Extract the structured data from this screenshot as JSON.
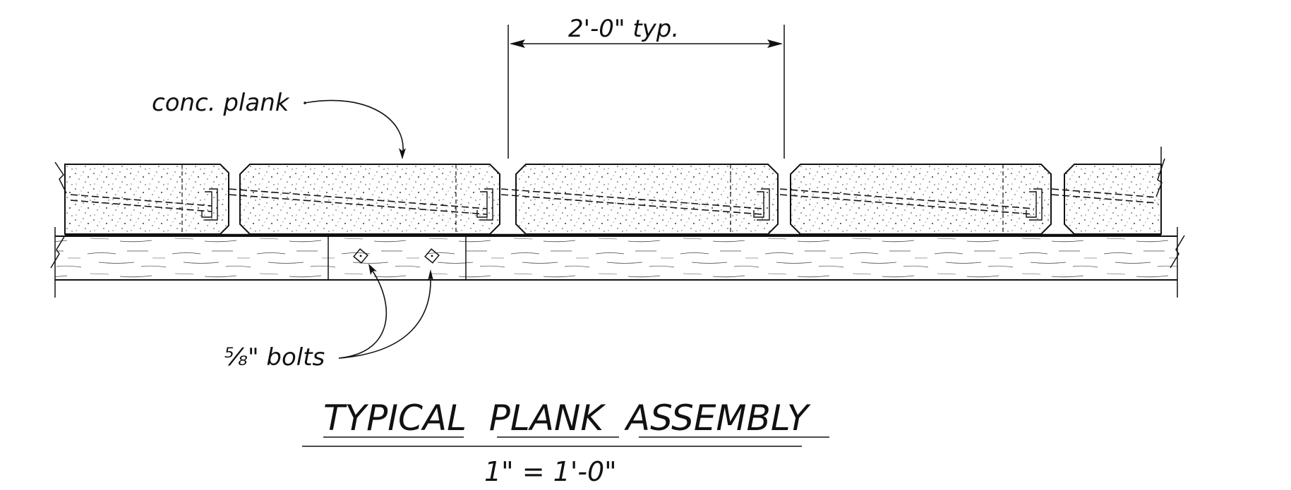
{
  "drawing": {
    "dimension_label": "2'-0\" typ.",
    "plank_label": "conc. plank",
    "bolts_label": "⁵⁄₈\" bolts",
    "title": "TYPICAL  PLANK  ASSEMBLY",
    "scale": "1\" = 1'-0\""
  },
  "colors": {
    "ink": "#111111",
    "paper": "#ffffff"
  }
}
